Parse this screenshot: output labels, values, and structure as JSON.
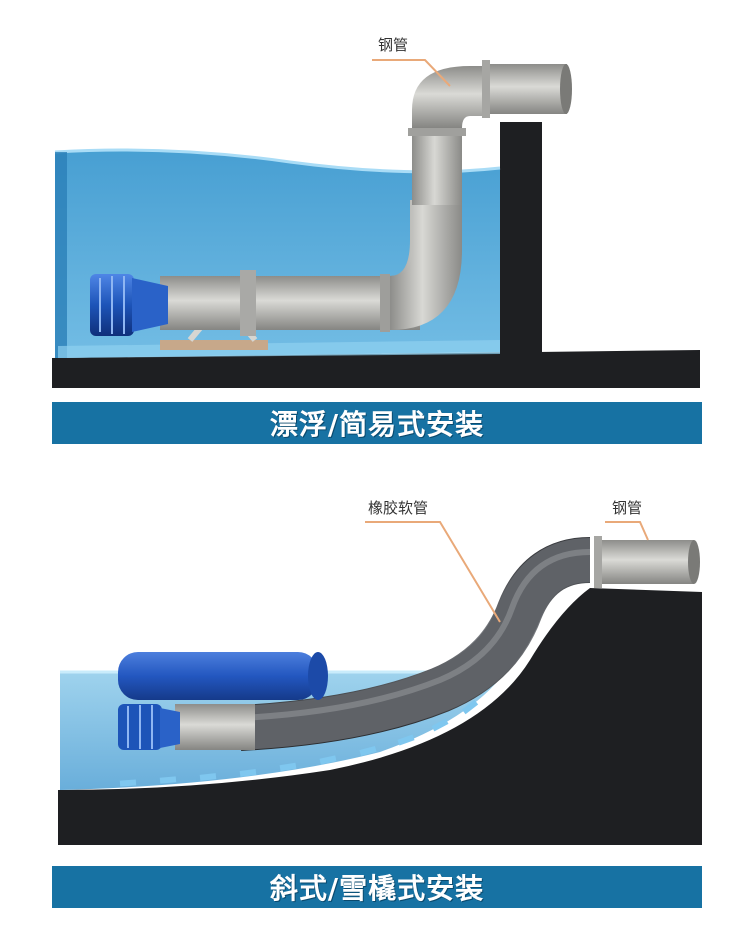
{
  "top": {
    "callout_pipe": "钢管",
    "caption": "漂浮/简易式安装"
  },
  "bottom": {
    "callout_hose": "橡胶软管",
    "callout_pipe": "钢管",
    "caption": "斜式/雪橇式安装"
  },
  "colors": {
    "banner": "#1772a3",
    "water": "#4fa3d6",
    "ground": "#1e1f22",
    "steel_pipe": "#b9b9b6",
    "rubber_hose": "#55585c",
    "pump_blue": "#1d54b8",
    "leader_line": "#e9a979"
  }
}
